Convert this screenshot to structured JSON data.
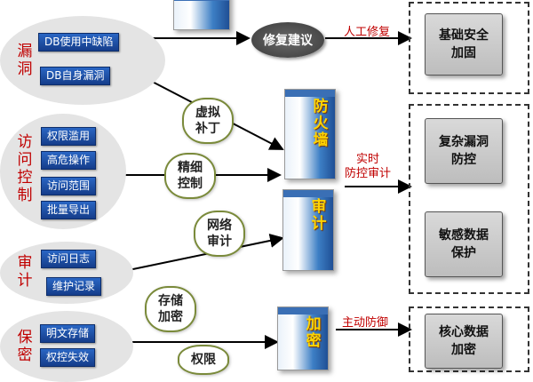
{
  "categories": {
    "vuln": "漏洞",
    "access": "访问控制",
    "audit": "审计",
    "protect": "保密"
  },
  "tags": {
    "db_missing_patch": "DB使用中缺陷",
    "db_self_vuln": "DB自身漏洞",
    "priv_abuse": "权限滥用",
    "high_risk_ops": "高危操作",
    "access_scope": "访问范围",
    "bulk_export": "批量导出",
    "access_log": "访问日志",
    "maint_record": "维护记录",
    "plaintext_storage": "明文存储",
    "priv_loss": "权控失效"
  },
  "clouds": {
    "virtual_patch": "虚拟补丁",
    "fine_control": "精细控制",
    "network_audit": "网络审计",
    "storage_encrypt": "存储加密",
    "extra": "权限"
  },
  "products": {
    "firewall": "防火墙",
    "audit": "审计",
    "encrypt": "加密"
  },
  "repair": "修复建议",
  "flow_labels": {
    "manual_repair": "人工修复",
    "realtime_audit": "实时\n防控审计",
    "active_defense": "主动防御"
  },
  "results": {
    "baseline": "基础安全\n加固",
    "complex_vuln": "复杂漏洞\n防控",
    "sensitive_data": "敏感数据\n保护",
    "core_data": "核心数据\n加密"
  }
}
